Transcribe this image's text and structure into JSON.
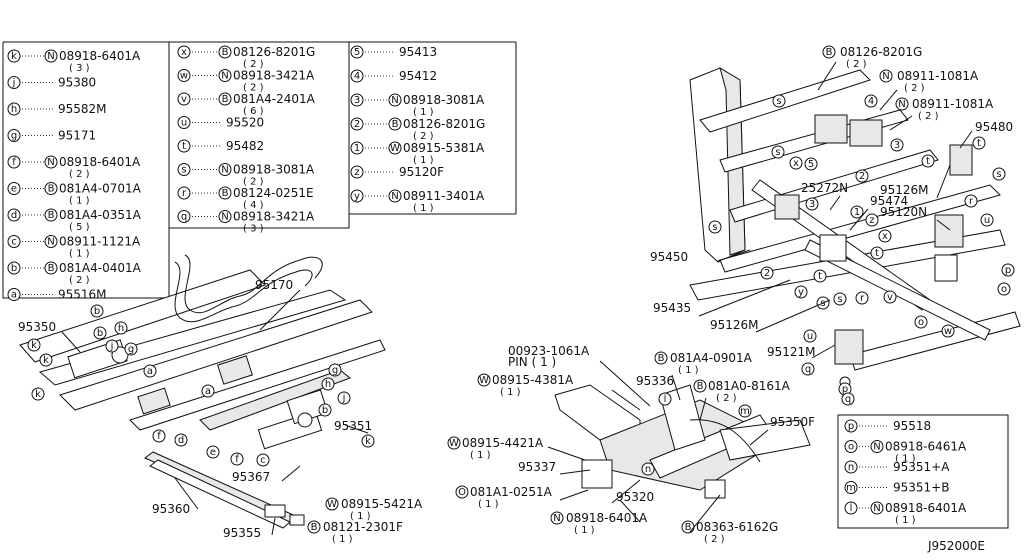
{
  "legend_box_1": [
    {
      "code": "k",
      "type": "N",
      "part": "08918-6401A",
      "qty": "( 3 )"
    },
    {
      "code": "j",
      "type": "",
      "part": "95380",
      "qty": ""
    },
    {
      "code": "h",
      "type": "",
      "part": "95582M",
      "qty": ""
    },
    {
      "code": "g",
      "type": "",
      "part": "95171",
      "qty": ""
    },
    {
      "code": "f",
      "type": "N",
      "part": "08918-6401A",
      "qty": "( 2 )"
    },
    {
      "code": "e",
      "type": "B",
      "part": "081A4-0701A",
      "qty": "( 1 )"
    },
    {
      "code": "d",
      "type": "B",
      "part": "081A4-0351A",
      "qty": "( 5 )"
    },
    {
      "code": "c",
      "type": "N",
      "part": "08911-1121A",
      "qty": "( 1 )"
    },
    {
      "code": "b",
      "type": "B",
      "part": "081A4-0401A",
      "qty": "( 2 )"
    },
    {
      "code": "a",
      "type": "",
      "part": "95516M",
      "qty": ""
    }
  ],
  "legend_box_2": [
    {
      "code": "x",
      "type": "B",
      "part": "08126-8201G",
      "qty": "( 2 )"
    },
    {
      "code": "w",
      "type": "N",
      "part": "08918-3421A",
      "qty": "( 2 )"
    },
    {
      "code": "v",
      "type": "B",
      "part": "081A4-2401A",
      "qty": "( 6 )"
    },
    {
      "code": "u",
      "type": "",
      "part": "95520",
      "qty": ""
    },
    {
      "code": "t",
      "type": "",
      "part": "95482",
      "qty": ""
    },
    {
      "code": "s",
      "type": "N",
      "part": "08918-3081A",
      "qty": "( 2 )"
    },
    {
      "code": "r",
      "type": "B",
      "part": "08124-0251E",
      "qty": "( 4 )"
    },
    {
      "code": "q",
      "type": "N",
      "part": "08918-3421A",
      "qty": "( 3 )"
    }
  ],
  "legend_box_3": [
    {
      "code": "5",
      "type": "",
      "part": "95413",
      "qty": ""
    },
    {
      "code": "4",
      "type": "",
      "part": "95412",
      "qty": ""
    },
    {
      "code": "3",
      "type": "N",
      "part": "08918-3081A",
      "qty": "( 1 )"
    },
    {
      "code": "2",
      "type": "B",
      "part": "08126-8201G",
      "qty": "( 2 )"
    },
    {
      "code": "1",
      "type": "W",
      "part": "08915-5381A",
      "qty": "( 1 )"
    },
    {
      "code": "z",
      "type": "",
      "part": "95120F",
      "qty": ""
    },
    {
      "code": "y",
      "type": "N",
      "part": "08911-3401A",
      "qty": "( 1 )"
    }
  ],
  "legend_box_4": [
    {
      "code": "p",
      "type": "",
      "part": "95518",
      "qty": ""
    },
    {
      "code": "o",
      "type": "N",
      "part": "08918-6461A",
      "qty": "( 1 )"
    },
    {
      "code": "n",
      "type": "",
      "part": "95351+A",
      "qty": ""
    },
    {
      "code": "m",
      "type": "",
      "part": "95351+B",
      "qty": ""
    },
    {
      "code": "l",
      "type": "N",
      "part": "08918-6401A",
      "qty": "( 1 )"
    }
  ],
  "callouts": {
    "c95170": "95170",
    "c95350": "95350",
    "c95351": "95351",
    "c95367": "95367",
    "c95360": "95360",
    "c95355": "95355",
    "c08915_5421A": "08915-5421A",
    "c08915_5421A_q": "( 1 )",
    "c08121_2301F": "08121-2301F",
    "c08121_2301F_q": "( 1 )",
    "c00923": "00923-1061A",
    "c00923_pin": "PIN ( 1 )",
    "c08915_4381A": "08915-4381A",
    "c08915_4381A_q": "( 1 )",
    "c95336": "95336",
    "c081A4_0901A": "081A4-0901A",
    "c081A4_0901A_q": "( 1 )",
    "c081A0_8161A": "081A0-8161A",
    "c081A0_8161A_q": "( 2 )",
    "c95350F": "95350F",
    "c08915_4421A": "08915-4421A",
    "c08915_4421A_q": "( 1 )",
    "c95337": "95337",
    "c081A1_0251A": "081A1-0251A",
    "c081A1_0251A_q": "( 1 )",
    "c95320": "95320",
    "c08918_6401A": "08918-6401A",
    "c08918_6401A_q": "( 1 )",
    "c08363_6162G": "08363-6162G",
    "c08363_6162G_q": "( 2 )",
    "c08126_8201G": "08126-8201G",
    "c08126_8201G_q": "( 2 )",
    "c08911_1081A_a": "08911-1081A",
    "c08911_1081A_a_q": "( 2 )",
    "c08911_1081A_b": "08911-1081A",
    "c08911_1081A_b_q": "( 2 )",
    "c95480": "95480",
    "c25272N": "25272N",
    "c95474": "95474",
    "c95126M_a": "95126M",
    "c95120N": "95120N",
    "c95450": "95450",
    "c95435": "95435",
    "c95126M_b": "95126M",
    "c95121M": "95121M"
  },
  "diagram_id": "J952000E"
}
